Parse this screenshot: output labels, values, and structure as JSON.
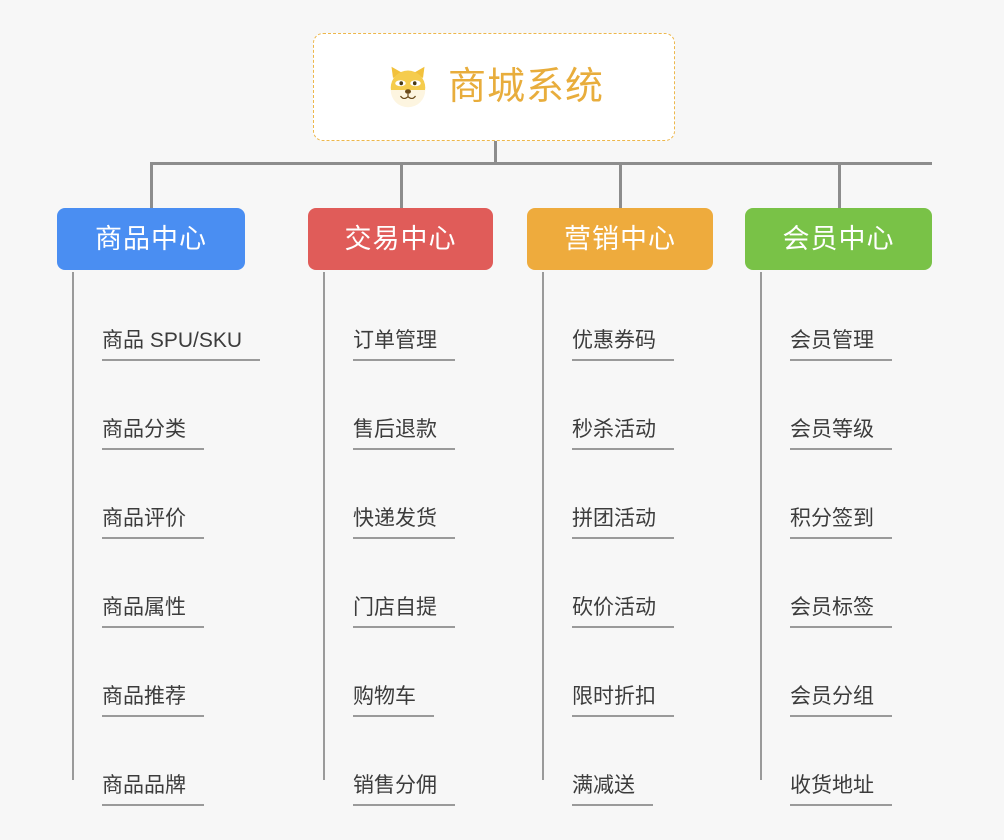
{
  "diagram": {
    "type": "mindmap",
    "background_color": "#f7f7f7",
    "connector_color": "#8d8d8d"
  },
  "root": {
    "title": "商城系统",
    "icon": "shiba-dog-face-icon",
    "text_color": "#e8ad3c",
    "border_color": "#edb74b",
    "background_color": "#ffffff"
  },
  "branches": [
    {
      "label": "商品中心",
      "color": "#4a8ef2",
      "items": [
        "商品 SPU/SKU",
        "商品分类",
        "商品评价",
        "商品属性",
        "商品推荐",
        "商品品牌"
      ]
    },
    {
      "label": "交易中心",
      "color": "#e05c59",
      "items": [
        "订单管理",
        "售后退款",
        "快递发货",
        "门店自提",
        "购物车",
        "销售分佣"
      ]
    },
    {
      "label": "营销中心",
      "color": "#eeab3d",
      "items": [
        "优惠券码",
        "秒杀活动",
        "拼团活动",
        "砍价活动",
        "限时折扣",
        "满减送"
      ]
    },
    {
      "label": "会员中心",
      "color": "#79c247",
      "items": [
        "会员管理",
        "会员等级",
        "积分签到",
        "会员标签",
        "会员分组",
        "收货地址"
      ]
    }
  ]
}
